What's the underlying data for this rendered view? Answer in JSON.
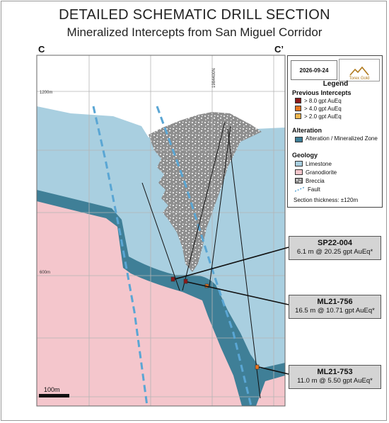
{
  "title": "DETAILED SCHEMATIC DRILL SECTION",
  "subtitle": "Mineralized Intercepts from San Miguel Corridor",
  "section_start": "C",
  "section_end": "C’",
  "northing_label": "1984400N",
  "elevations": {
    "upper": "1200m",
    "lower": "600m"
  },
  "scale_bar": "100m",
  "legend": {
    "date": "2026-09-24",
    "logo_text": "Torex Gold",
    "title": "Legend",
    "intercepts_heading": "Previous Intercepts",
    "intercepts": [
      {
        "label": "> 8.0 gpt AuEq",
        "color": "#8b1a1a"
      },
      {
        "label": "> 4.0 gpt AuEq",
        "color": "#e8741e"
      },
      {
        "label": "> 2.0 gpt AuEq",
        "color": "#f2b851"
      }
    ],
    "alteration_heading": "Alteration",
    "alteration": {
      "label": "Alteration / Mineralized Zone",
      "color": "#3f7f97"
    },
    "geology_heading": "Geology",
    "geology": [
      {
        "label": "Limestone",
        "color": "#a9cfe0"
      },
      {
        "label": "Granodiorite",
        "color": "#f4c6cc"
      },
      {
        "label": "Breccia",
        "color": "#8e8e8e"
      },
      {
        "label": "Fault",
        "color": "#5aa6d4"
      }
    ],
    "thickness": "Section thickness: ±120m"
  },
  "callouts": [
    {
      "name": "SP22-004",
      "value": "6.1 m @ 20.25 gpt AuEq*"
    },
    {
      "name": "ML21-756",
      "value": "16.5 m @ 10.71 gpt AuEq*"
    },
    {
      "name": "ML21-753",
      "value": "11.0 m @ 5.50 gpt AuEq*"
    }
  ]
}
